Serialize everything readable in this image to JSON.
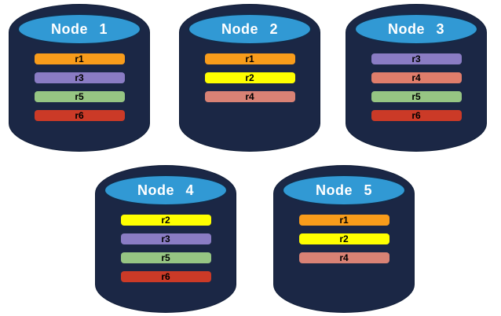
{
  "colors": {
    "background": "#FFFFFF",
    "cylinder_body": "#1B2745",
    "cylinder_lid": "#3199D4",
    "lid_border": "#142A47",
    "title_text": "#FFFFFF",
    "bar_text": "#000000"
  },
  "replica_colors": {
    "r1": "#F89C1B",
    "r2": "#FFFF00",
    "r3": "#8A7CC4",
    "r4": "#D98275",
    "r5": "#96C583",
    "r6": "#CB3A27"
  },
  "nodes": [
    {
      "title": "Node 1",
      "bars": [
        {
          "label": "r1",
          "color": "#F89C1B"
        },
        {
          "label": "r3",
          "color": "#8A7CC4"
        },
        {
          "label": "r5",
          "color": "#96C583"
        },
        {
          "label": "r6",
          "color": "#CB3A27"
        }
      ]
    },
    {
      "title": "Node 2",
      "bars": [
        {
          "label": "r1",
          "color": "#F89C1B"
        },
        {
          "label": "r2",
          "color": "#FFFF00"
        },
        {
          "label": "r4",
          "color": "#D98275"
        }
      ]
    },
    {
      "title": "Node 3",
      "bars": [
        {
          "label": "r3",
          "color": "#8A7CC4"
        },
        {
          "label": "r4",
          "color": "#E07D6B"
        },
        {
          "label": "r5",
          "color": "#96C583"
        },
        {
          "label": "r6",
          "color": "#CB3A27"
        }
      ]
    },
    {
      "title": "Node 4",
      "bars": [
        {
          "label": "r2",
          "color": "#FFFF00"
        },
        {
          "label": "r3",
          "color": "#8A7CC4"
        },
        {
          "label": "r5",
          "color": "#96C583"
        },
        {
          "label": "r6",
          "color": "#CB3A27"
        }
      ]
    },
    {
      "title": "Node 5",
      "bars": [
        {
          "label": "r1",
          "color": "#F89C1B"
        },
        {
          "label": "r2",
          "color": "#FFFF00"
        },
        {
          "label": "r4",
          "color": "#D98275"
        }
      ]
    }
  ]
}
